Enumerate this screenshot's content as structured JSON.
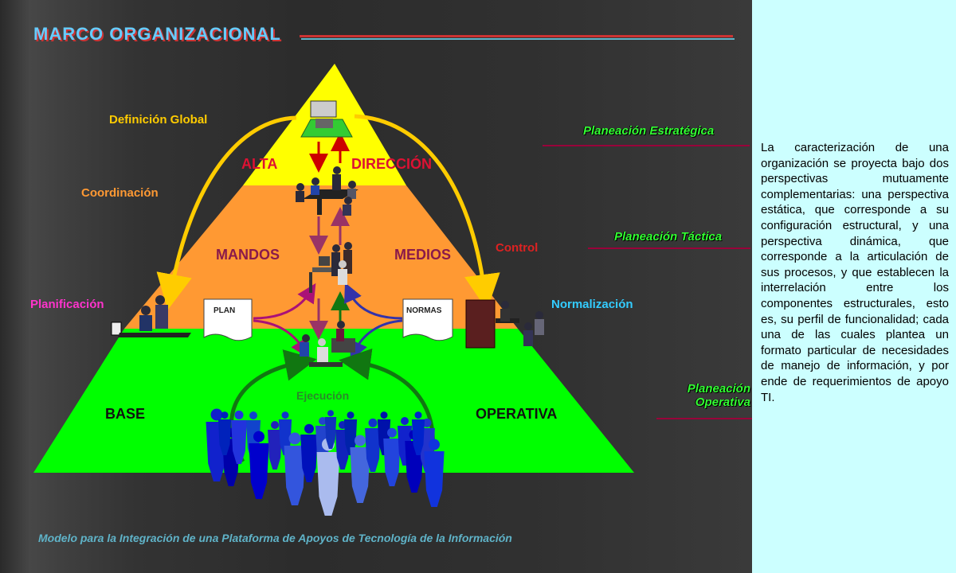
{
  "title": "MARCO ORGANIZACIONAL",
  "levels": {
    "alta": "ALTA",
    "direccion": "DIRECCIÓN",
    "mandos": "MANDOS",
    "medios": "MEDIOS",
    "base": "BASE",
    "operativa": "OPERATIVA"
  },
  "functions": {
    "definicion_global": "Definición Global",
    "coordinacion": "Coordinación",
    "control": "Control",
    "planificacion": "Planificación",
    "normalizacion": "Normalización",
    "ejecucion": "Ejecución"
  },
  "documents": {
    "plan": "PLAN",
    "normas": "NORMAS"
  },
  "planning": {
    "estrategica": "Planeación Estratégica",
    "tactica": "Planeación Táctica",
    "operativa_line1": "Planeación",
    "operativa_line2": "Operativa"
  },
  "description": "La caracterización de una organización se proyecta bajo dos perspectivas mutuamente complementarias: una perspectiva estática, que corresponde a su configuración estructural, y una perspectiva dinámica, que corresponde a la articulación de sus procesos, y que establecen la interrelación entre los componentes estructurales, esto es, su perfil de funcionalidad; cada una de las cuales plantea un formato particular de necesidades de manejo de información, y por ende de requerimientos de apoyo TI.",
  "footer": "Modelo para la Integración de una Plataforma de Apoyos de Tecnología de la Información",
  "colors": {
    "top_tier": "#ffff00",
    "middle_tier": "#ff9933",
    "base_tier": "#00ff00",
    "sidepanel": "#ccffff",
    "title": "#66ccff"
  }
}
